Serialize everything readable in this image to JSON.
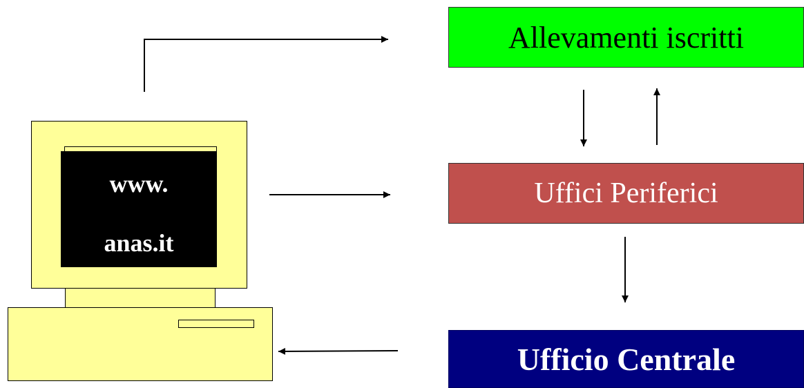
{
  "computer": {
    "screen_line1": "www.",
    "screen_line2": "anas.it"
  },
  "boxes": {
    "allevamenti": "Allevamenti iscritti",
    "uffici_periferici": "Uffici Periferici",
    "ufficio_centrale": "Ufficio Centrale"
  },
  "colors": {
    "computer_body": "#ffff99",
    "screen": "#000000",
    "allevamenti_box": "#00ff00",
    "uffici_periferici_box": "#c0504d",
    "ufficio_centrale_box": "#000080"
  }
}
